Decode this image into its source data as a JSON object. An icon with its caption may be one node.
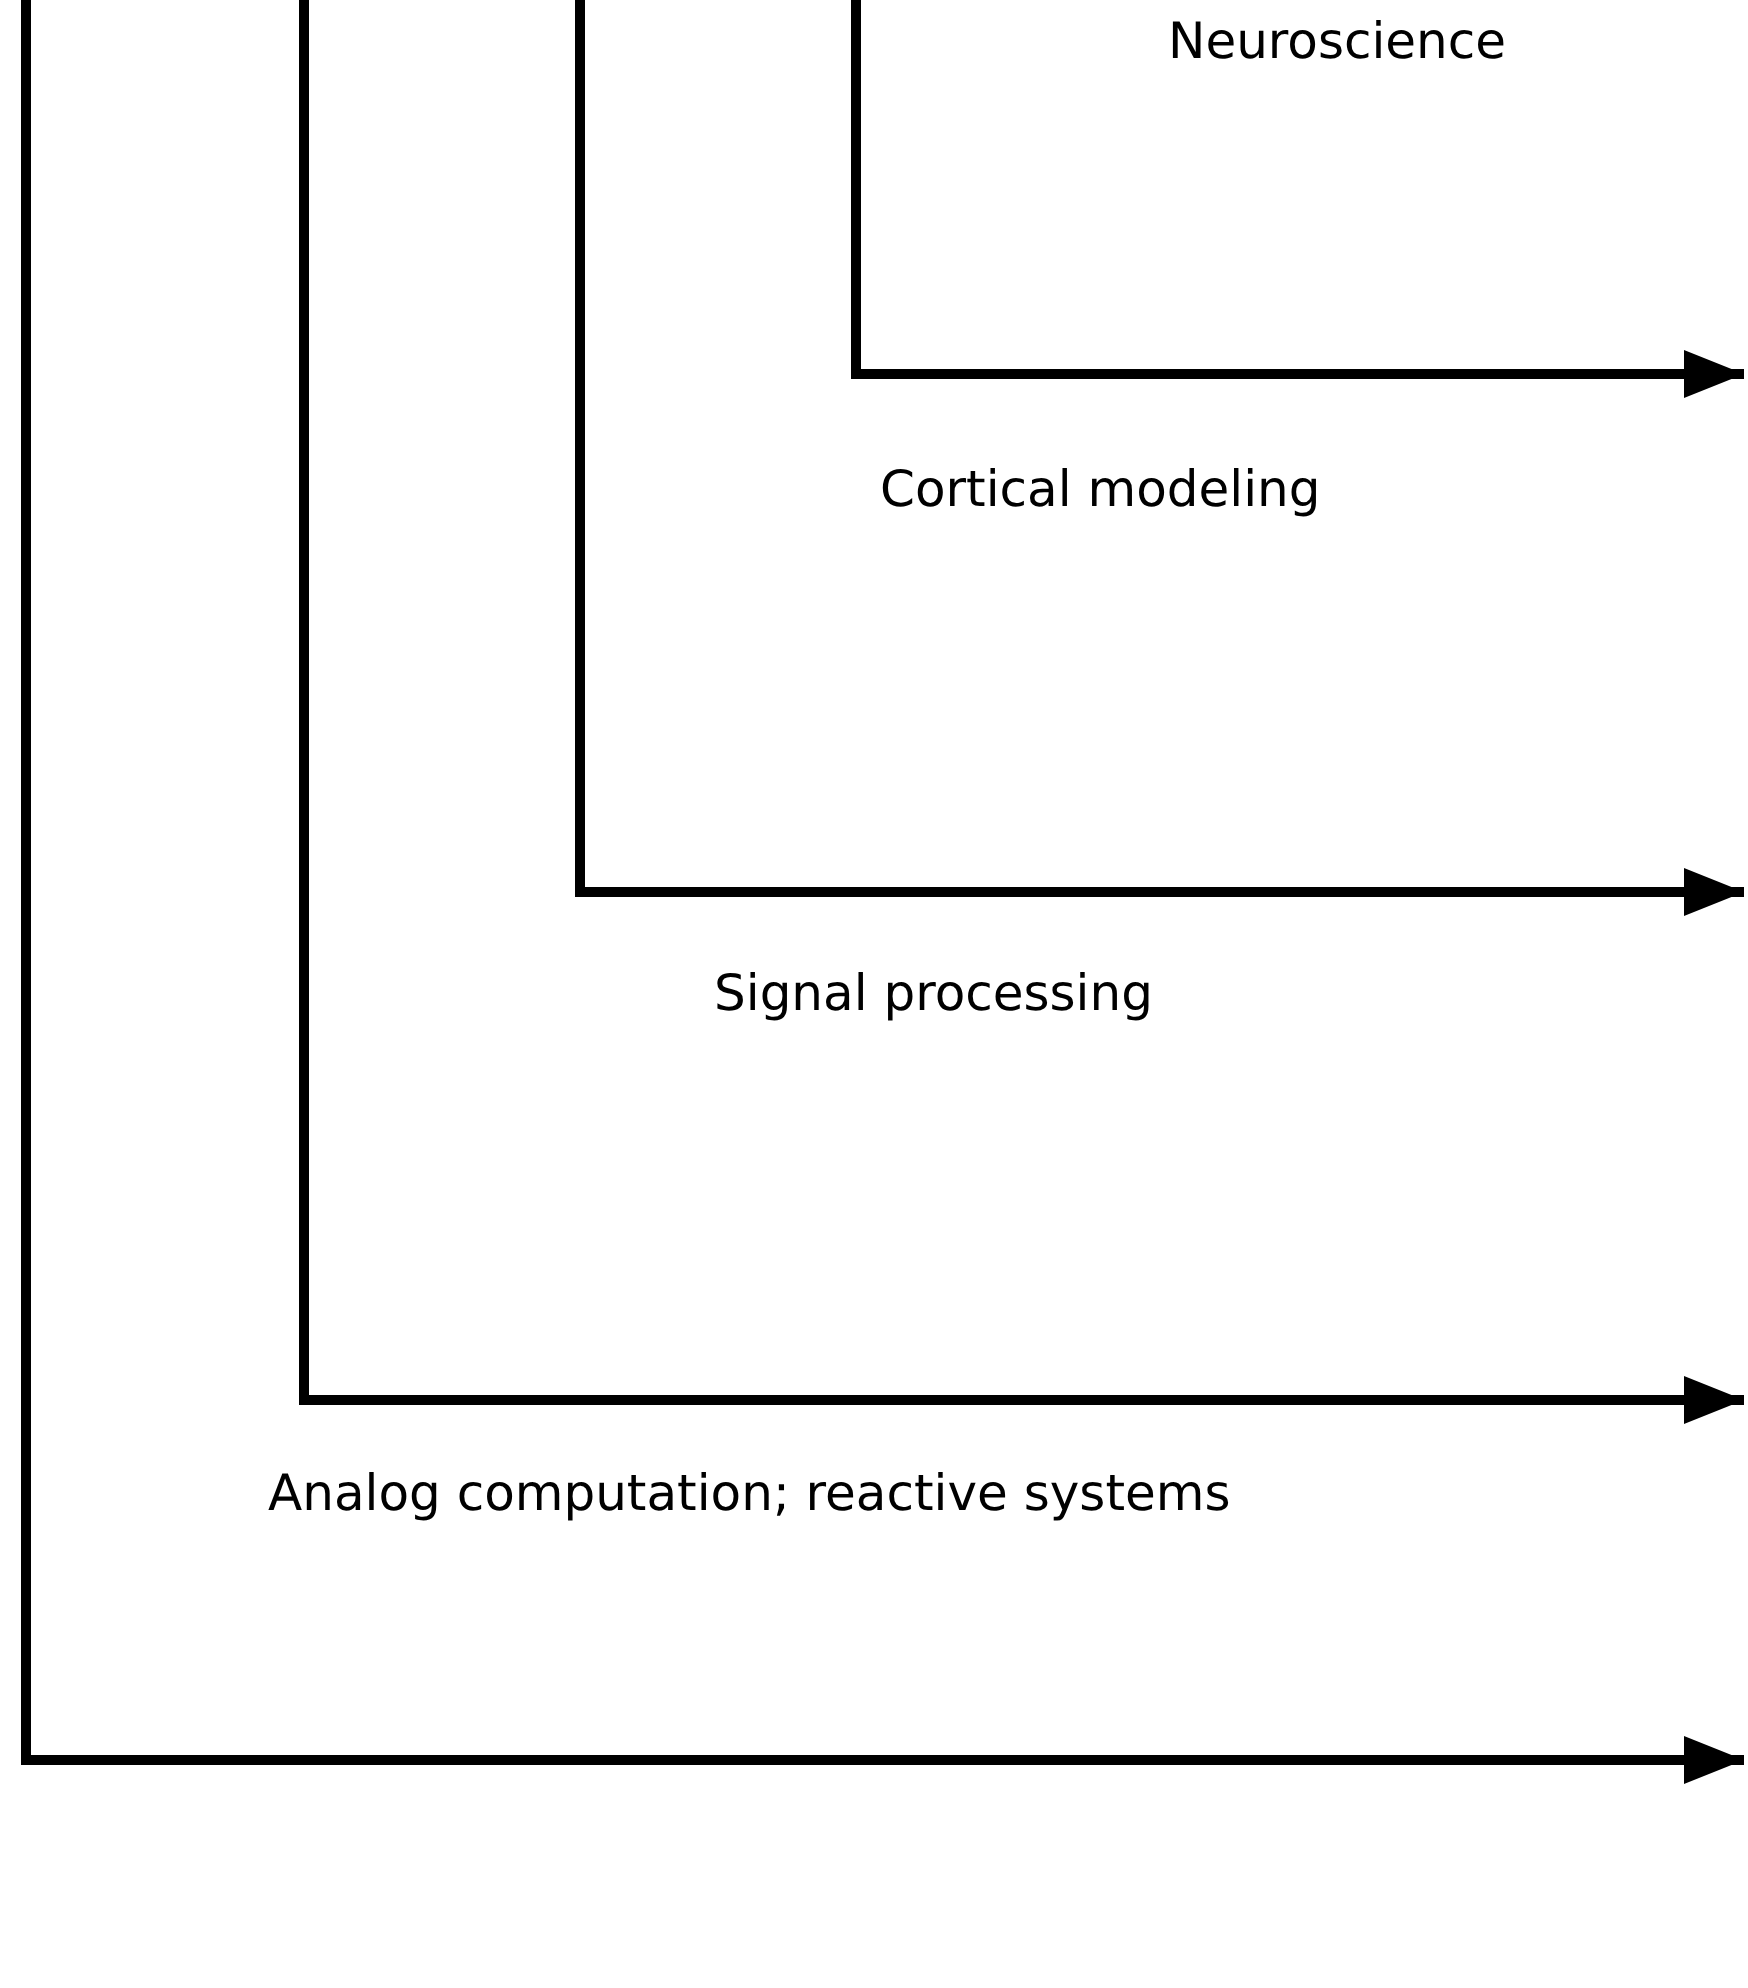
{
  "diagram": {
    "labels": [
      "Neuroscience",
      "Cortical modeling",
      "Signal processing",
      "Analog computation; reactive systems"
    ]
  }
}
